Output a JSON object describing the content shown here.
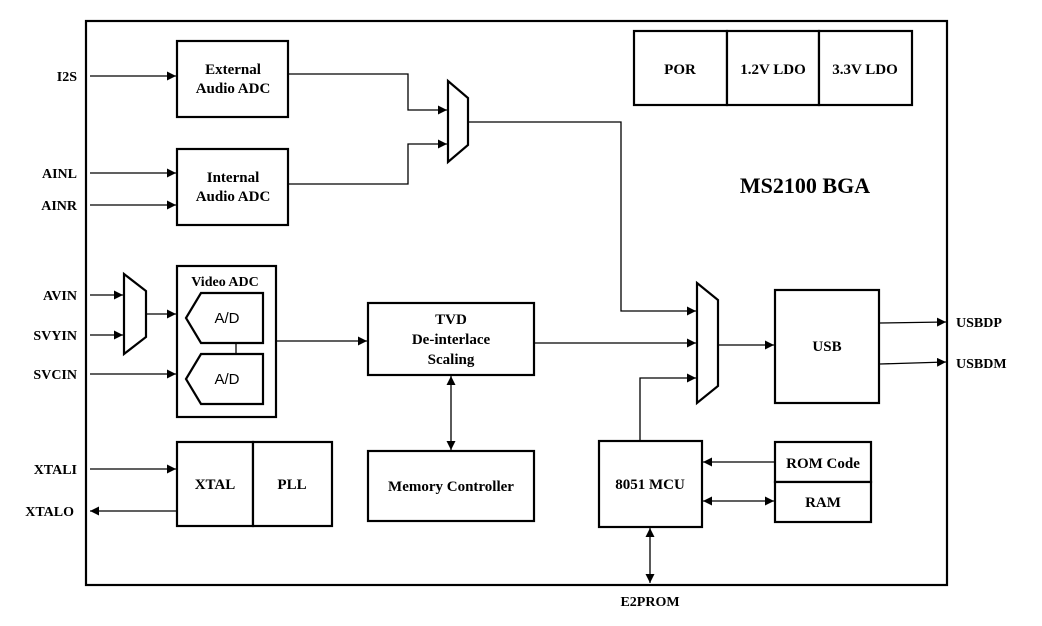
{
  "chip_title": "MS2100 BGA",
  "power": [
    "POR",
    "1.2V LDO",
    "3.3V LDO"
  ],
  "blocks": {
    "ext_adc": [
      "External",
      "Audio ADC"
    ],
    "int_adc": [
      "Internal",
      "Audio ADC"
    ],
    "video_adc": "Video ADC",
    "ad_upper": "A/D",
    "ad_lower": "A/D",
    "tvd": [
      "TVD",
      "De-interlace",
      "Scaling"
    ],
    "memory_controller": "Memory Controller",
    "xtal": "XTAL",
    "pll": "PLL",
    "mcu": "8051 MCU",
    "usb": "USB",
    "rom": "ROM Code",
    "ram": "RAM"
  },
  "pins": {
    "i2s": "I2S",
    "ainl": "AINL",
    "ainr": "AINR",
    "avin": "AVIN",
    "svyin": "SVYIN",
    "svcin": "SVCIN",
    "xtali": "XTALI",
    "xtalo": "XTALO",
    "usbdp": "USBDP",
    "usbdm": "USBDM",
    "e2prom": "E2PROM"
  }
}
